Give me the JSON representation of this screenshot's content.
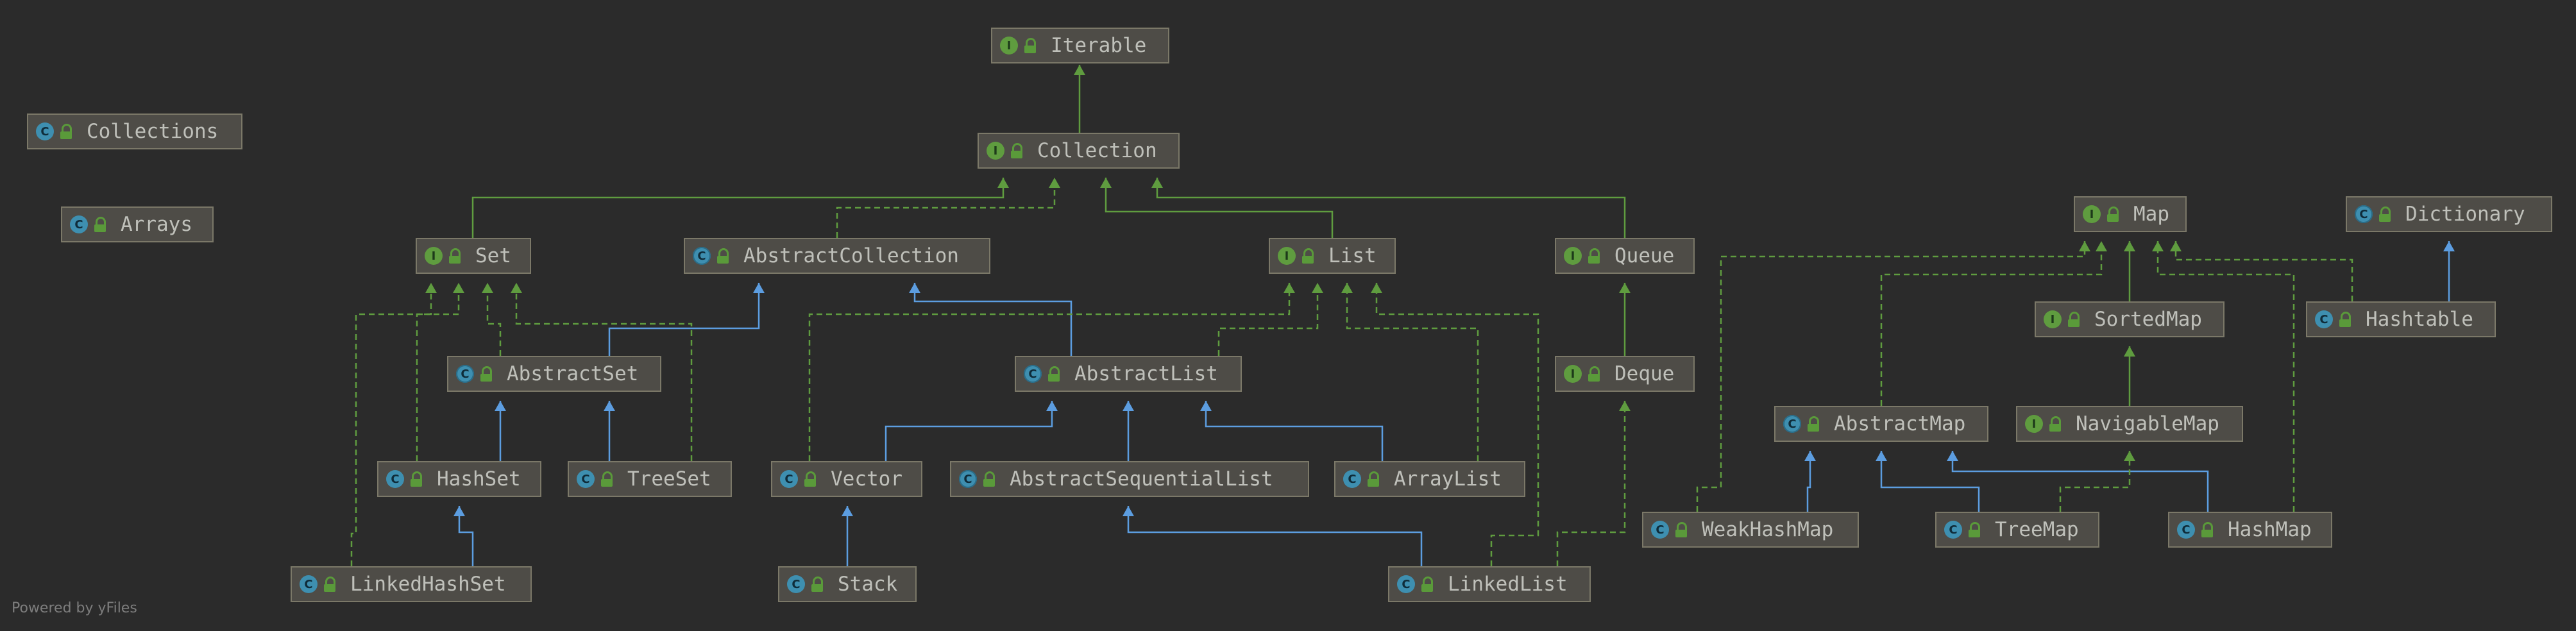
{
  "nodes": [
    {
      "id": "iterable",
      "kind": "interface",
      "label": "Iterable"
    },
    {
      "id": "collections",
      "kind": "class",
      "label": "Collections"
    },
    {
      "id": "collection",
      "kind": "interface",
      "label": "Collection"
    },
    {
      "id": "arrays",
      "kind": "class",
      "label": "Arrays"
    },
    {
      "id": "set",
      "kind": "interface",
      "label": "Set"
    },
    {
      "id": "abstractcollection",
      "kind": "abstract",
      "label": "AbstractCollection"
    },
    {
      "id": "list",
      "kind": "interface",
      "label": "List"
    },
    {
      "id": "queue",
      "kind": "interface",
      "label": "Queue"
    },
    {
      "id": "map",
      "kind": "interface",
      "label": "Map"
    },
    {
      "id": "dictionary",
      "kind": "abstract",
      "label": "Dictionary"
    },
    {
      "id": "sortedmap",
      "kind": "interface",
      "label": "SortedMap"
    },
    {
      "id": "hashtable",
      "kind": "class",
      "label": "Hashtable"
    },
    {
      "id": "abstractset",
      "kind": "abstract",
      "label": "AbstractSet"
    },
    {
      "id": "abstractlist",
      "kind": "abstract",
      "label": "AbstractList"
    },
    {
      "id": "deque",
      "kind": "interface",
      "label": "Deque"
    },
    {
      "id": "abstractmap",
      "kind": "abstract",
      "label": "AbstractMap"
    },
    {
      "id": "navigablemap",
      "kind": "interface",
      "label": "NavigableMap"
    },
    {
      "id": "hashset",
      "kind": "class",
      "label": "HashSet"
    },
    {
      "id": "treeset",
      "kind": "class",
      "label": "TreeSet"
    },
    {
      "id": "vector",
      "kind": "class",
      "label": "Vector"
    },
    {
      "id": "abstractsequentiallist",
      "kind": "abstract",
      "label": "AbstractSequentialList"
    },
    {
      "id": "arraylist",
      "kind": "class",
      "label": "ArrayList"
    },
    {
      "id": "weakhashmap",
      "kind": "class",
      "label": "WeakHashMap"
    },
    {
      "id": "treemap",
      "kind": "class",
      "label": "TreeMap"
    },
    {
      "id": "hashmap",
      "kind": "class",
      "label": "HashMap"
    },
    {
      "id": "linkedhashset",
      "kind": "class",
      "label": "LinkedHashSet"
    },
    {
      "id": "stack",
      "kind": "class",
      "label": "Stack"
    },
    {
      "id": "linkedlist",
      "kind": "class",
      "label": "LinkedList"
    }
  ],
  "edges": [
    {
      "from": "collection",
      "to": "iterable",
      "type": "extends-interface"
    },
    {
      "from": "set",
      "to": "collection",
      "type": "extends-interface"
    },
    {
      "from": "list",
      "to": "collection",
      "type": "extends-interface"
    },
    {
      "from": "queue",
      "to": "collection",
      "type": "extends-interface"
    },
    {
      "from": "abstractcollection",
      "to": "collection",
      "type": "implements"
    },
    {
      "from": "abstractset",
      "to": "abstractcollection",
      "type": "extends"
    },
    {
      "from": "abstractlist",
      "to": "abstractcollection",
      "type": "extends"
    },
    {
      "from": "abstractset",
      "to": "set",
      "type": "implements"
    },
    {
      "from": "hashset",
      "to": "set",
      "type": "implements"
    },
    {
      "from": "treeset",
      "to": "set",
      "type": "implements"
    },
    {
      "from": "linkedhashset",
      "to": "set",
      "type": "implements"
    },
    {
      "from": "hashset",
      "to": "abstractset",
      "type": "extends"
    },
    {
      "from": "treeset",
      "to": "abstractset",
      "type": "extends"
    },
    {
      "from": "linkedhashset",
      "to": "hashset",
      "type": "extends"
    },
    {
      "from": "abstractlist",
      "to": "list",
      "type": "implements"
    },
    {
      "from": "vector",
      "to": "list",
      "type": "implements"
    },
    {
      "from": "arraylist",
      "to": "list",
      "type": "implements"
    },
    {
      "from": "linkedlist",
      "to": "list",
      "type": "implements"
    },
    {
      "from": "vector",
      "to": "abstractlist",
      "type": "extends"
    },
    {
      "from": "abstractsequentiallist",
      "to": "abstractlist",
      "type": "extends"
    },
    {
      "from": "arraylist",
      "to": "abstractlist",
      "type": "extends"
    },
    {
      "from": "stack",
      "to": "vector",
      "type": "extends"
    },
    {
      "from": "linkedlist",
      "to": "abstractsequentiallist",
      "type": "extends"
    },
    {
      "from": "deque",
      "to": "queue",
      "type": "extends-interface"
    },
    {
      "from": "linkedlist",
      "to": "deque",
      "type": "implements"
    },
    {
      "from": "sortedmap",
      "to": "map",
      "type": "extends-interface"
    },
    {
      "from": "navigablemap",
      "to": "sortedmap",
      "type": "extends-interface"
    },
    {
      "from": "abstractmap",
      "to": "map",
      "type": "implements"
    },
    {
      "from": "weakhashmap",
      "to": "map",
      "type": "implements"
    },
    {
      "from": "hashmap",
      "to": "map",
      "type": "implements"
    },
    {
      "from": "hashtable",
      "to": "map",
      "type": "implements"
    },
    {
      "from": "hashtable",
      "to": "dictionary",
      "type": "extends"
    },
    {
      "from": "weakhashmap",
      "to": "abstractmap",
      "type": "extends"
    },
    {
      "from": "treemap",
      "to": "abstractmap",
      "type": "extends"
    },
    {
      "from": "hashmap",
      "to": "abstractmap",
      "type": "extends"
    },
    {
      "from": "treemap",
      "to": "navigablemap",
      "type": "implements"
    }
  ],
  "colors": {
    "background": "#2b2b2b",
    "interface_edge": "#5f9c3f",
    "class_edge": "#5c9de0"
  },
  "footer": "Powered by yFiles"
}
